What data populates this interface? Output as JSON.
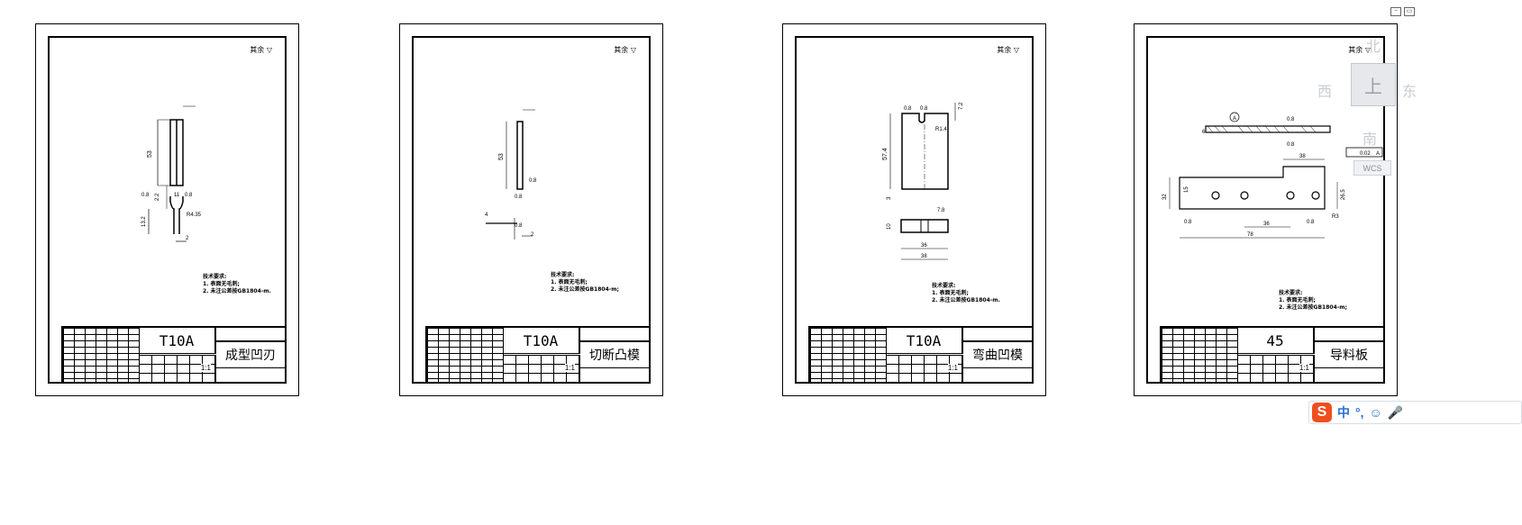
{
  "window_buttons": [
    "minimize-button",
    "restore-button"
  ],
  "viewcube": {
    "top_label": "北",
    "left_label": "西",
    "right_label": "东",
    "bottom_label": "南",
    "face": "上"
  },
  "wcs_label": "WCS",
  "ime": {
    "logo": "S",
    "mode": "中",
    "punct": "°,",
    "emoji": "☺",
    "mic": "🎤"
  },
  "sheets": [
    {
      "material": "T10A",
      "part_name": "成型凹刃",
      "scale": "1:1",
      "roughness": "其余 ▽",
      "notes_title": "技术要求:",
      "note1": "1. 表面无毛刺;",
      "note2": "2. 未注公差按GB1804-m."
    },
    {
      "material": "T10A",
      "part_name": "切断凸模",
      "scale": "1:1",
      "roughness": "其余 ▽",
      "notes_title": "技术要求:",
      "note1": "1. 表面无毛刺;",
      "note2": "2. 未注公差按GB1804-m;"
    },
    {
      "material": "T10A",
      "part_name": "弯曲凹模",
      "scale": "1:1",
      "roughness": "其余 ▽",
      "notes_title": "技术要求:",
      "note1": "1. 表面无毛刺;",
      "note2": "2. 未注公差按GB1804-m."
    },
    {
      "material": "45",
      "part_name": "导料板",
      "scale": "1:1",
      "roughness": "其余 ▽",
      "notes_title": "技术要求:",
      "note1": "1. 表面无毛刺;",
      "note2": "2. 未注公差按GB1804-m;"
    }
  ],
  "dims": {
    "s1": {
      "h": "53",
      "a": "2.2",
      "b": "11",
      "c": "13.2",
      "d": "2",
      "r": "R4.35",
      "ra1": "0.8",
      "ra2": "0.8"
    },
    "s2": {
      "h": "53",
      "a": "4",
      "b": "2",
      "ra1": "0.8",
      "ra2": "0.8",
      "ra3": "0.8"
    },
    "s3": {
      "h": "57.4",
      "a": "7.2",
      "b": "R1.4",
      "c": "3",
      "d": "7.8",
      "e": "10",
      "f": "36",
      "g": "38",
      "ra": "0.8",
      "ra2": "0.8"
    },
    "s4": {
      "a": "6",
      "b": "0.02",
      "c": "A",
      "d": "38",
      "e": "32",
      "f": "15",
      "g": "26.5",
      "h": "36",
      "i": "78",
      "j": "R3",
      "ra1": "0.8",
      "ra2": "0.8",
      "ra3": "0.8",
      "ra4": "0.8"
    }
  }
}
